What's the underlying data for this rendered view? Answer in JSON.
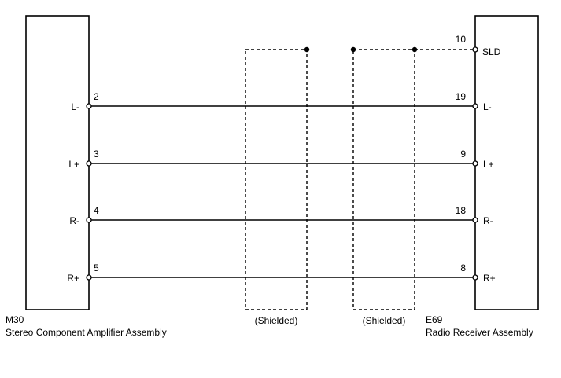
{
  "left_component": {
    "code": "M30",
    "name": "Stereo Component Amplifier Assembly"
  },
  "right_component": {
    "code": "E69",
    "name": "Radio Receiver Assembly"
  },
  "shield_labels": [
    "(Shielded)",
    "(Shielded)"
  ],
  "shield_terminal": {
    "label": "SLD",
    "pin": "10"
  },
  "wires": [
    {
      "left_label": "L-",
      "left_pin": "2",
      "right_pin": "19",
      "right_label": "L-"
    },
    {
      "left_label": "L+",
      "left_pin": "3",
      "right_pin": "9",
      "right_label": "L+"
    },
    {
      "left_label": "R-",
      "left_pin": "4",
      "right_pin": "18",
      "right_label": "R-"
    },
    {
      "left_label": "R+",
      "left_pin": "5",
      "right_pin": "8",
      "right_label": "R+"
    }
  ]
}
